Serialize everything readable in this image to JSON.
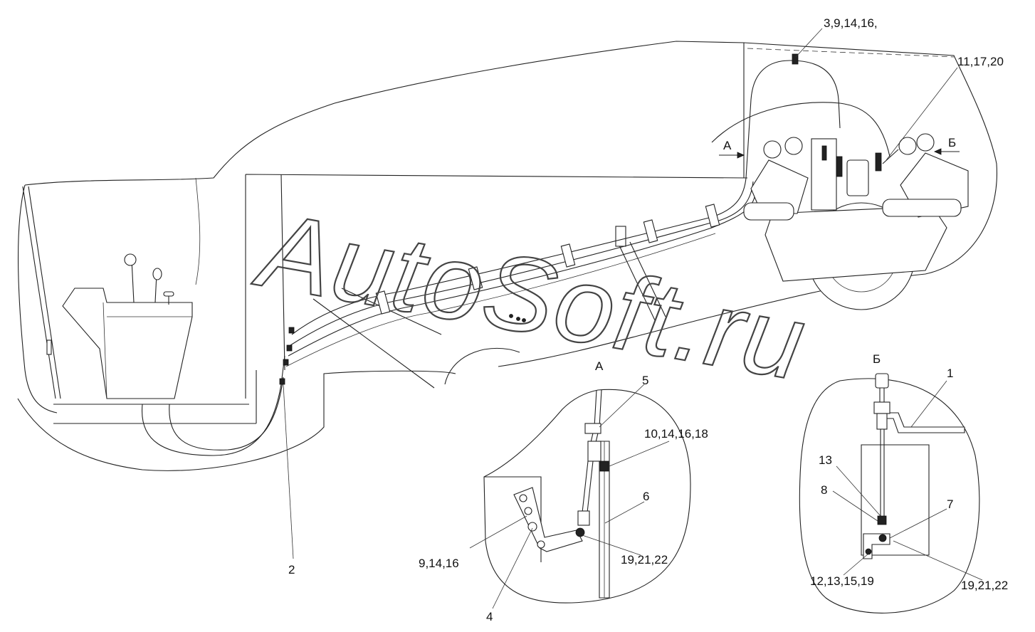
{
  "callouts": {
    "c1": "3,9,14,16,",
    "c2": "11,17,20",
    "c3": "А",
    "c4": "Б",
    "c5": "2",
    "c6": "А",
    "c7": "5",
    "c8": "10,14,16,18",
    "c9": "6",
    "c10": "9,14,16",
    "c11": "19,21,22",
    "c12": "4",
    "c13": "Б",
    "c14": "1",
    "c15": "13",
    "c16": "8",
    "c17": "7",
    "c18": "12,13,15,19",
    "c19": "19,21,22"
  },
  "watermark": "AutoSoft.ru"
}
